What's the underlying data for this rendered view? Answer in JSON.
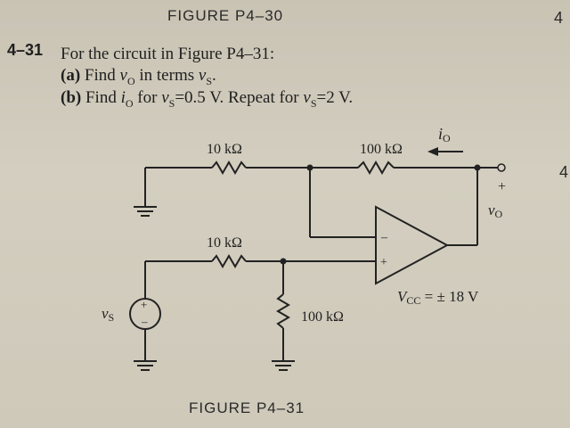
{
  "page": {
    "figure_top_caption": "FIGURE P4–30",
    "figure_bottom_caption": "FIGURE P4–31",
    "margin_number_top": "4",
    "margin_number_mid": "4"
  },
  "problem": {
    "number": "4–31",
    "intro": "For the circuit in Figure P4–31:",
    "part_a_label": "(a)",
    "part_a_text_1": "Find",
    "part_a_var": "v",
    "part_a_var_sub": "O",
    "part_a_text_2": "in terms",
    "part_a_var2": "v",
    "part_a_var2_sub": "S",
    "part_a_end": ".",
    "part_b_label": "(b)",
    "part_b_text_1": "Find",
    "part_b_var": "i",
    "part_b_var_sub": "O",
    "part_b_text_2": "for",
    "part_b_cond1_var": "v",
    "part_b_cond1_sub": "S",
    "part_b_cond1_value": "=0.5 V. Repeat for",
    "part_b_cond2_var": "v",
    "part_b_cond2_sub": "S",
    "part_b_cond2_value": "=2 V."
  },
  "circuit": {
    "r_top_left": "10 kΩ",
    "r_feedback": "100 kΩ",
    "r_input_plus": "10 kΩ",
    "r_shunt": "100 kΩ",
    "current_label": "i",
    "current_sub": "O",
    "output_plus": "+",
    "output_minus": "–",
    "output_label": "v",
    "output_sub": "O",
    "source_label": "v",
    "source_sub": "S",
    "source_plus": "+",
    "source_minus": "–",
    "opamp_minus": "–",
    "opamp_plus": "+",
    "vcc_label": "V",
    "vcc_sub": "CC",
    "vcc_value": " = ± 18 V"
  }
}
